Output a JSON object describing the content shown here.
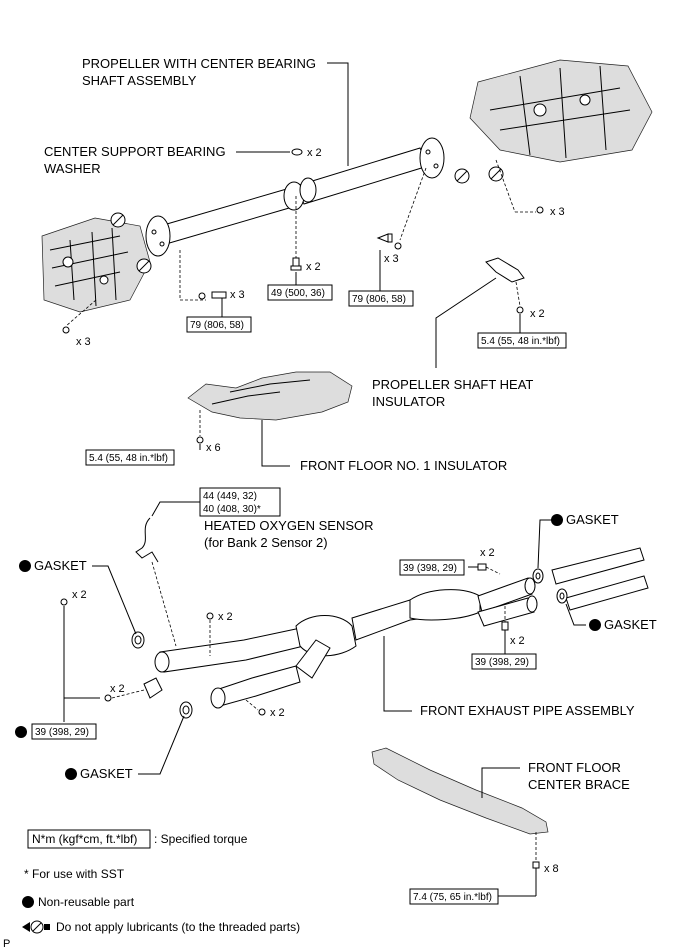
{
  "labels": {
    "propeller_shaft": [
      "PROPELLER WITH CENTER BEARING",
      "SHAFT ASSEMBLY"
    ],
    "center_washer": [
      "CENTER SUPPORT BEARING",
      "WASHER"
    ],
    "heat_insulator": [
      "PROPELLER SHAFT HEAT",
      "INSULATOR"
    ],
    "floor_insulator": "FRONT FLOOR NO. 1 INSULATOR",
    "oxygen_sensor": [
      "HEATED OXYGEN SENSOR",
      "(for Bank 2 Sensor 2)"
    ],
    "gasket": "GASKET",
    "exhaust_pipe": "FRONT EXHAUST PIPE ASSEMBLY",
    "center_brace": [
      "FRONT FLOOR",
      "CENTER BRACE"
    ]
  },
  "quantities": {
    "x2": "x 2",
    "x3": "x 3",
    "x6": "x 6",
    "x8": "x 8"
  },
  "torques": {
    "t49": "49 (500, 36)",
    "t79": "79 (806, 58)",
    "t54": "5.4 (55, 48 in.*lbf)",
    "t44": "44 (449, 32)",
    "t40": "40 (408, 30)*",
    "t39": "39 (398, 29)",
    "t74": "7.4 (75, 65 in.*lbf)"
  },
  "legend": {
    "torque_box": "N*m (kgf*cm, ft.*lbf)",
    "torque_text": ": Specified torque",
    "sst": "* For use with SST",
    "nonreusable": "Non-reusable part",
    "nolube": "Do not apply lubricants (to the threaded parts)"
  },
  "corner_mark": "P"
}
